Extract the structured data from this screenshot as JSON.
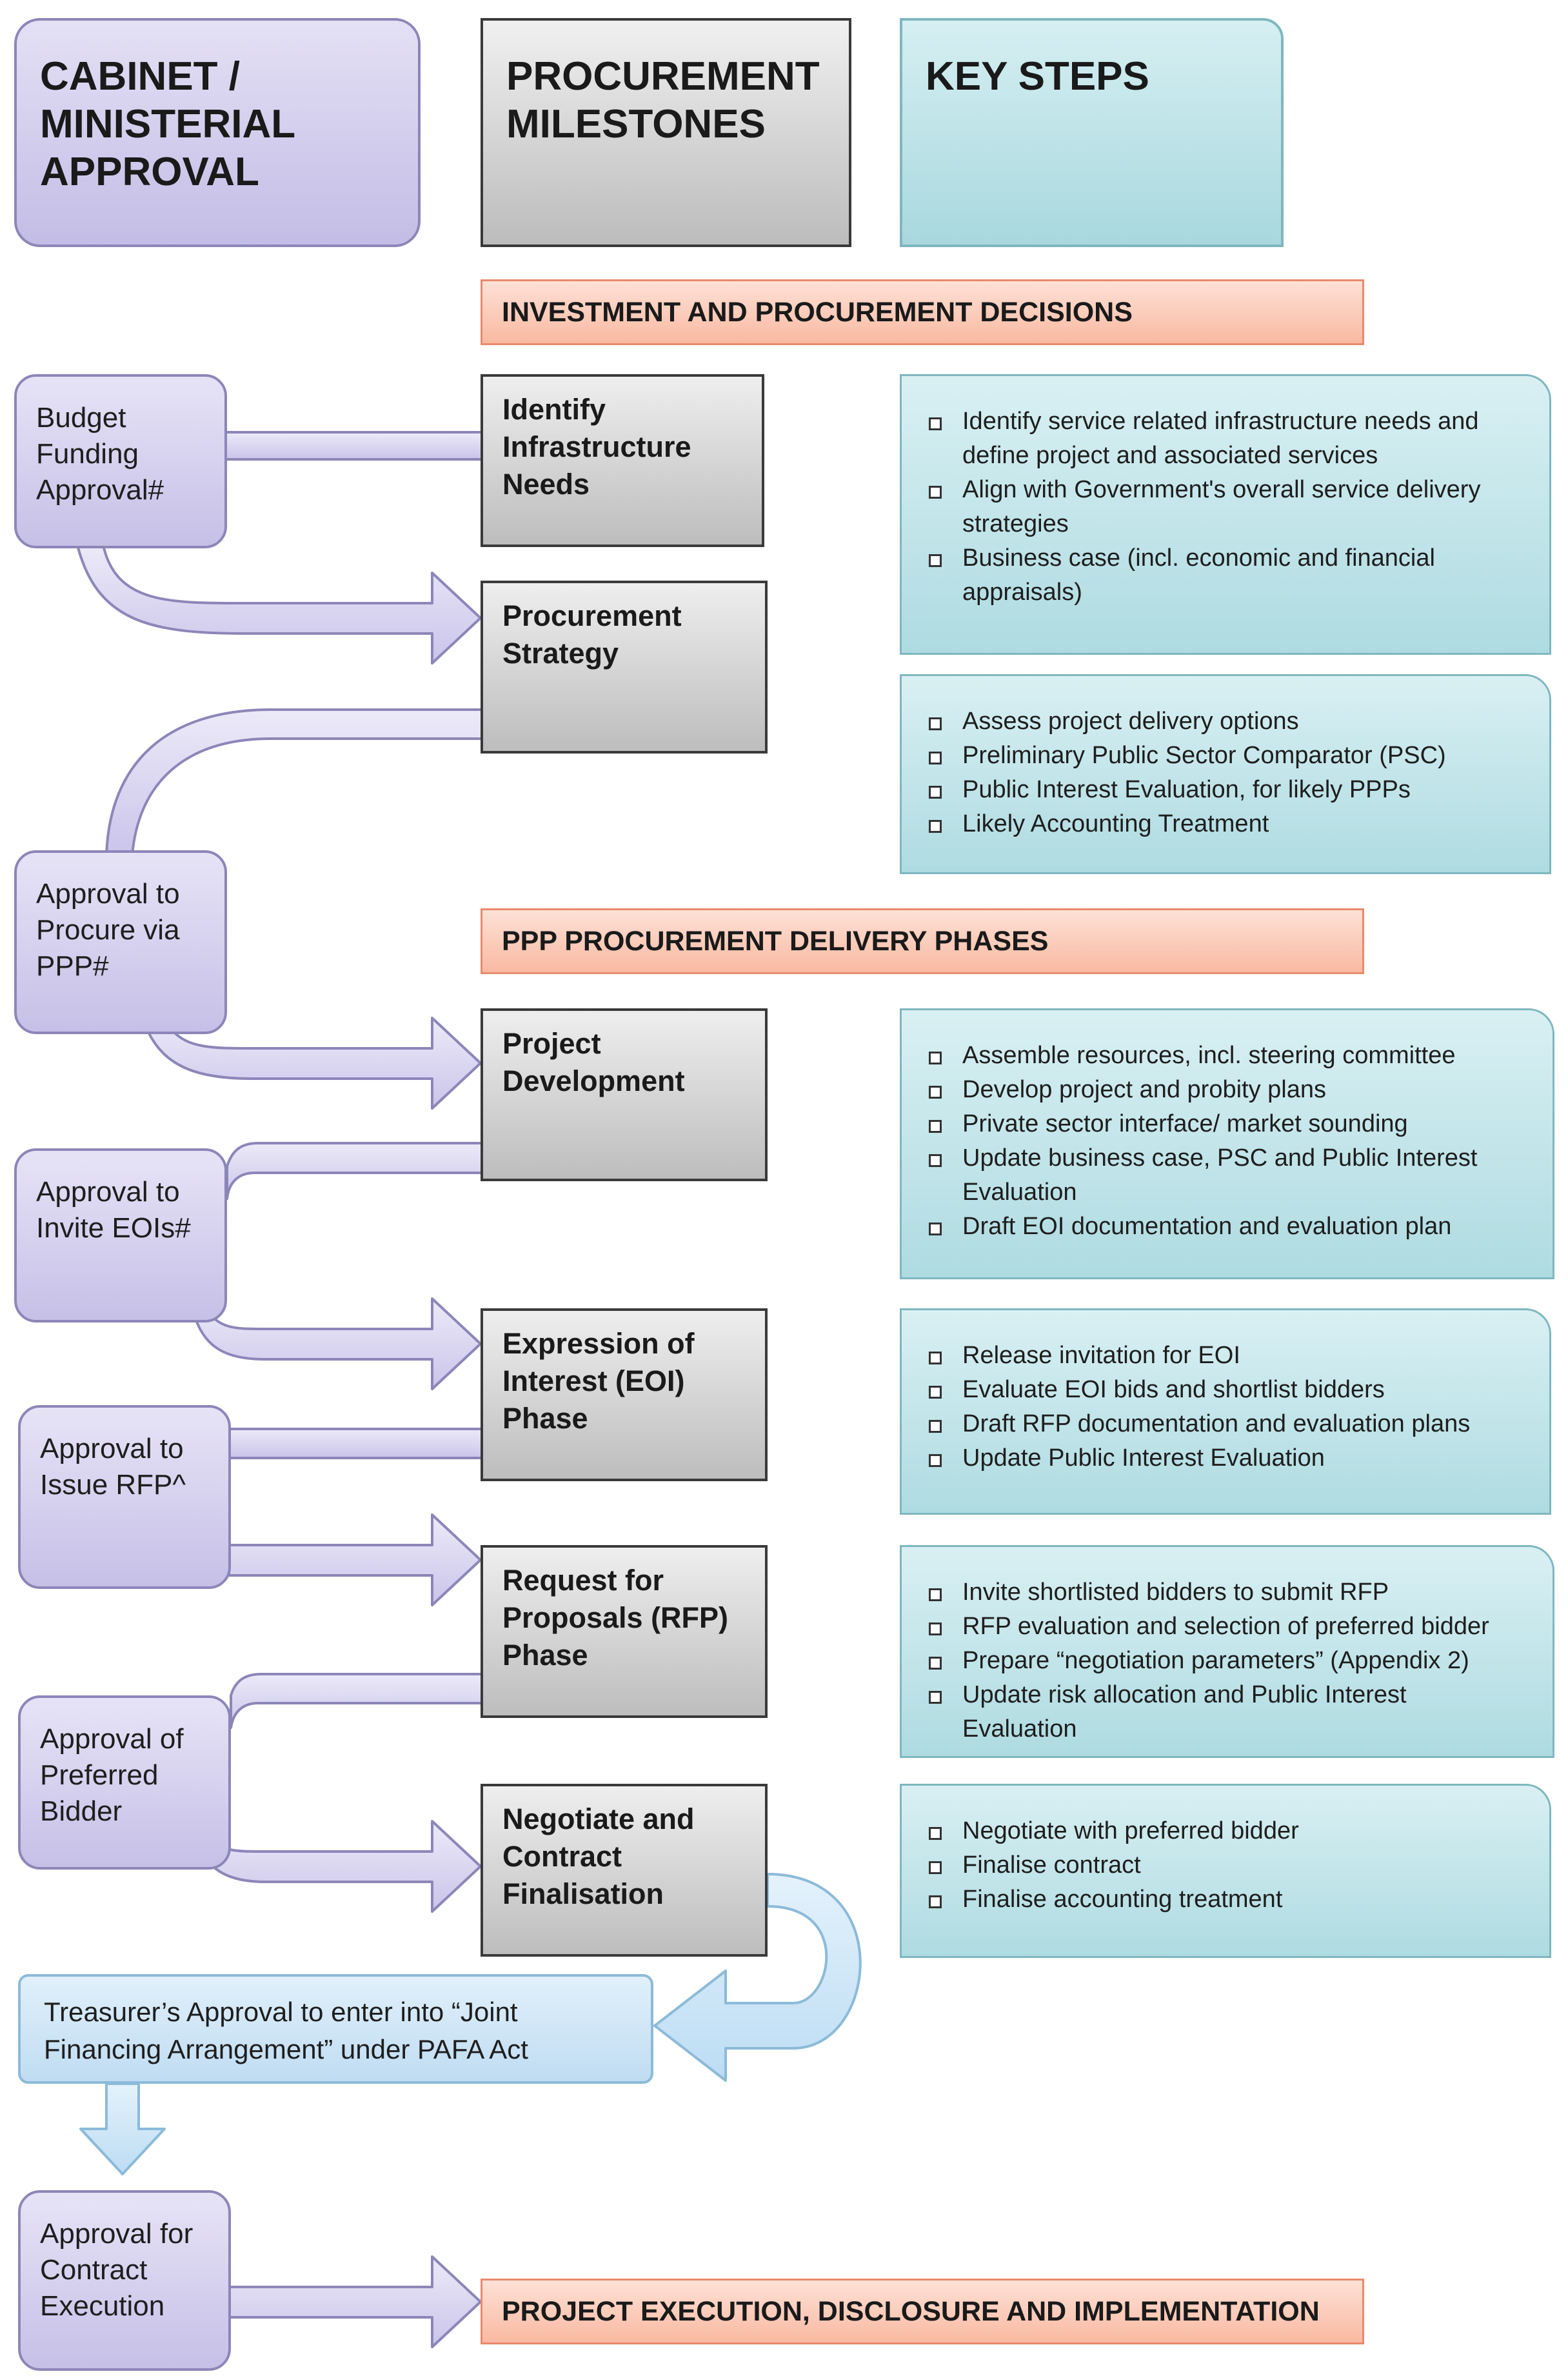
{
  "headers": {
    "cabinet": [
      "CABINET /",
      "MINISTERIAL",
      "APPROVAL"
    ],
    "procurement": [
      "PROCUREMENT",
      "MILESTONES"
    ],
    "key_steps": [
      "KEY STEPS"
    ]
  },
  "banners": {
    "investment": "INVESTMENT AND PROCUREMENT DECISIONS",
    "ppp_phases": "PPP PROCUREMENT DELIVERY PHASES",
    "execution": "PROJECT EXECUTION, DISCLOSURE AND IMPLEMENTATION"
  },
  "approvals": [
    [
      "Budget",
      "Funding",
      "Approval#"
    ],
    [
      "Approval to",
      "Procure via",
      "PPP#"
    ],
    [
      "Approval to",
      "Invite EOIs#"
    ],
    [
      "Approval to",
      "Issue RFP^"
    ],
    [
      "Approval of",
      "Preferred",
      "Bidder"
    ],
    [
      "Approval for",
      "Contract",
      "Execution"
    ]
  ],
  "milestones": [
    [
      "Identify",
      "Infrastructure",
      "Needs"
    ],
    [
      "Procurement",
      "Strategy"
    ],
    [
      "Project",
      "Development"
    ],
    [
      "Expression of",
      "Interest (EOI)",
      "Phase"
    ],
    [
      "Request for",
      "Proposals (RFP)",
      "Phase"
    ],
    [
      "Negotiate and",
      "Contract",
      "Finalisation"
    ]
  ],
  "key_steps": [
    [
      "Identify service related infrastructure needs and define project and associated services",
      "Align with Government's overall service delivery strategies",
      "Business case (incl. economic and financial appraisals)"
    ],
    [
      "Assess project delivery options",
      "Preliminary Public Sector Comparator (PSC)",
      "Public Interest Evaluation, for likely PPPs",
      "Likely Accounting Treatment"
    ],
    [
      "Assemble resources, incl. steering committee",
      "Develop project and probity plans",
      "Private sector interface/ market sounding",
      "Update business case, PSC and Public Interest Evaluation",
      "Draft EOI documentation and evaluation plan"
    ],
    [
      "Release invitation for EOI",
      "Evaluate EOI bids and shortlist bidders",
      "Draft RFP documentation and evaluation plans",
      "Update Public Interest Evaluation"
    ],
    [
      "Invite shortlisted bidders to submit RFP",
      "RFP evaluation and selection of preferred bidder",
      "Prepare “negotiation parameters” (Appendix 2)",
      "Update risk allocation and Public Interest Evaluation"
    ],
    [
      "Negotiate with preferred bidder",
      "Finalise contract",
      "Finalise accounting treatment"
    ]
  ],
  "treasurer_approval": [
    "Treasurer’s Approval to enter into “Joint",
    "Financing Arrangement” under PAFA Act"
  ]
}
